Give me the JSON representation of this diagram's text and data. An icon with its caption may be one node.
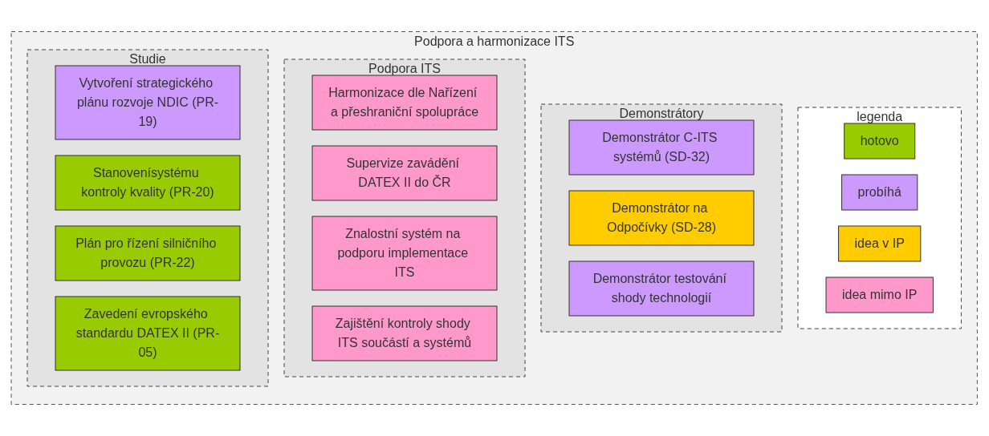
{
  "diagram": {
    "nodes": [
      {
        "text": [
          "Podpora a harmonizace ITS"
        ]
      },
      {
        "text": [
          "Studie"
        ],
        "in": 0
      },
      {
        "text": [
          "Vytvoření strategického plánu rozvoje NDIC (PR-19)"
        ],
        "in": 1
      },
      {
        "text": [
          "Stanovenísystému kontroly kvality (PR-20)"
        ],
        "in": 1
      },
      {
        "text": [
          "Plán pro řízení silničního provozu (PR-22)"
        ],
        "in": 1
      },
      {
        "text": [
          "Zavedení evropského standardu DATEX II (PR-05)"
        ],
        "in": 1
      },
      {
        "text": [
          "Podpora ITS"
        ],
        "in": 0
      },
      {
        "text": [
          "Harmonizace dle Nařízení a přeshraniční spolupráce"
        ],
        "in": 6
      },
      {
        "text": [
          "Supervize zavádění DATEX II do ČR"
        ],
        "in": 6
      },
      {
        "text": [
          "Znalostní systém na podporu implementace ITS"
        ],
        "in": 6
      },
      {
        "text": [
          "Zajištění kontroly shody ITS součástí a systémů"
        ],
        "in": 6
      },
      {
        "text": [
          "Demonstrátory"
        ],
        "in": 0
      },
      {
        "text": [
          "Demonstrátor C-ITS systémů (SD-32)"
        ],
        "in": 11
      },
      {
        "text": [
          "Demonstrátor na Odpočívky (SD-28)"
        ],
        "in": 11
      },
      {
        "text": [
          "Demonstrátor testování shody technologií"
        ],
        "in": 11
      },
      {
        "text": [
          "legenda"
        ],
        "in": 0
      },
      {
        "text": [
          "hotovo"
        ],
        "in": 15
      },
      {
        "text": [
          "probíhá"
        ],
        "in": 15
      },
      {
        "text": [
          "idea v IP"
        ],
        "in": 15
      },
      {
        "text": [
          "idea mimo IP"
        ],
        "in": 15
      }
    ],
    "edges": []
  }
}
